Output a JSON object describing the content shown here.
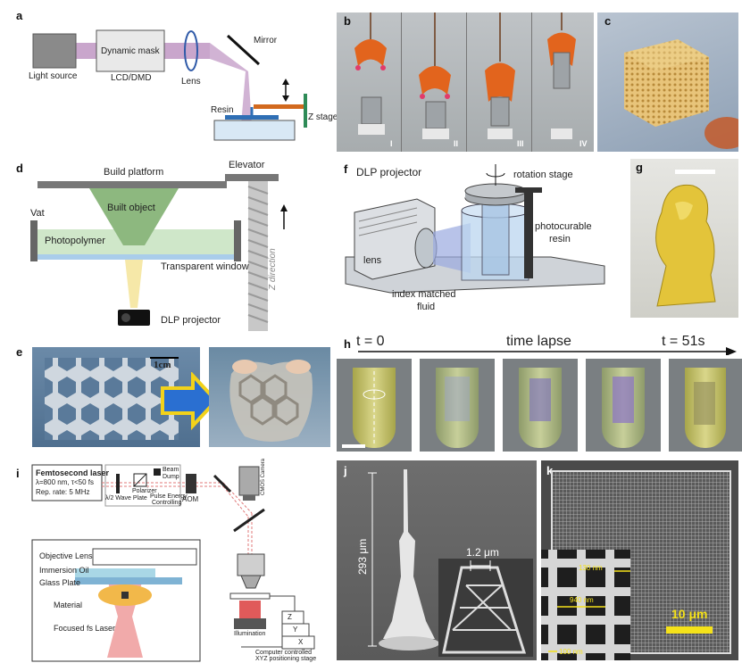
{
  "panels": {
    "a": {
      "label": "a",
      "light_source": "Light source",
      "dynamic_mask": "Dynamic mask",
      "lcd_dmd": "LCD/DMD",
      "lens": "Lens",
      "mirror": "Mirror",
      "resin": "Resin",
      "z_stage": "Z stage"
    },
    "b": {
      "label": "b",
      "stages": [
        "I",
        "II",
        "III",
        "IV"
      ]
    },
    "c": {
      "label": "c"
    },
    "d": {
      "label": "d",
      "build_platform": "Build platform",
      "elevator": "Elevator",
      "built_object": "Built object",
      "vat": "Vat",
      "photopolymer": "Photopolymer",
      "transparent_window": "Transparent window",
      "z_direction": "Z direction",
      "dlp_projector": "DLP projector"
    },
    "e": {
      "label": "e",
      "scale": "1cm"
    },
    "f": {
      "label": "f",
      "dlp_projector": "DLP projector",
      "rotation_stage": "rotation stage",
      "photocurable_resin_1": "photocurable",
      "photocurable_resin_2": "resin",
      "lens": "lens",
      "index_matched_1": "index matched",
      "index_matched_2": "fluid"
    },
    "g": {
      "label": "g"
    },
    "h": {
      "label": "h",
      "t_start": "t = 0",
      "time_lapse": "time lapse",
      "t_end": "t = 51s"
    },
    "i": {
      "label": "i",
      "laser_title": "Femtosecond laser",
      "laser_line1": "λ=800 nm, τ<50 fs",
      "laser_line2": "Rep. rate: 5 MHz",
      "beam_dump_1": "Beam",
      "beam_dump_2": "Dump",
      "polarizer": "Polarizer",
      "wave_plate": "λ/2 Wave Plate",
      "pulse_energy_1": "Pulse Energy",
      "pulse_energy_2": "Controlling",
      "aom": "AOM",
      "cmos_camera": "CMOS Camera",
      "objective_lens": "Objective Lens",
      "immersion_oil": "Immersion Oil",
      "glass_plate": "Glass Plate",
      "material": "Material",
      "focused_laser": "Focused fs Laser",
      "illumination": "Illumination",
      "axis_z": "Z",
      "axis_y": "Y",
      "axis_x": "X",
      "stage_1": "Computer controlled",
      "stage_2": "XYZ positioning stage"
    },
    "j": {
      "label": "j",
      "height": "293 μm",
      "width": "1.2 μm"
    },
    "k": {
      "label": "k",
      "d1": "130 nm",
      "d2": "940 nm",
      "d3": "100 nm",
      "scale": "10 μm"
    }
  },
  "colors": {
    "beam": "#c9a6cc",
    "resin_blue": "#2f6fb5",
    "orange": "#d2691e",
    "green_stage": "#2e8b57",
    "vat_green": "#cfe7c9",
    "window_blue": "#a9cdea",
    "object_green": "#8db87f",
    "projector_yellow": "#f6e8a8",
    "laser_red": "#e07a7a",
    "arrow_blue": "#2a6fd1",
    "arrow_yellow": "#f2d21a",
    "sem_yellow": "#f5e21a"
  }
}
